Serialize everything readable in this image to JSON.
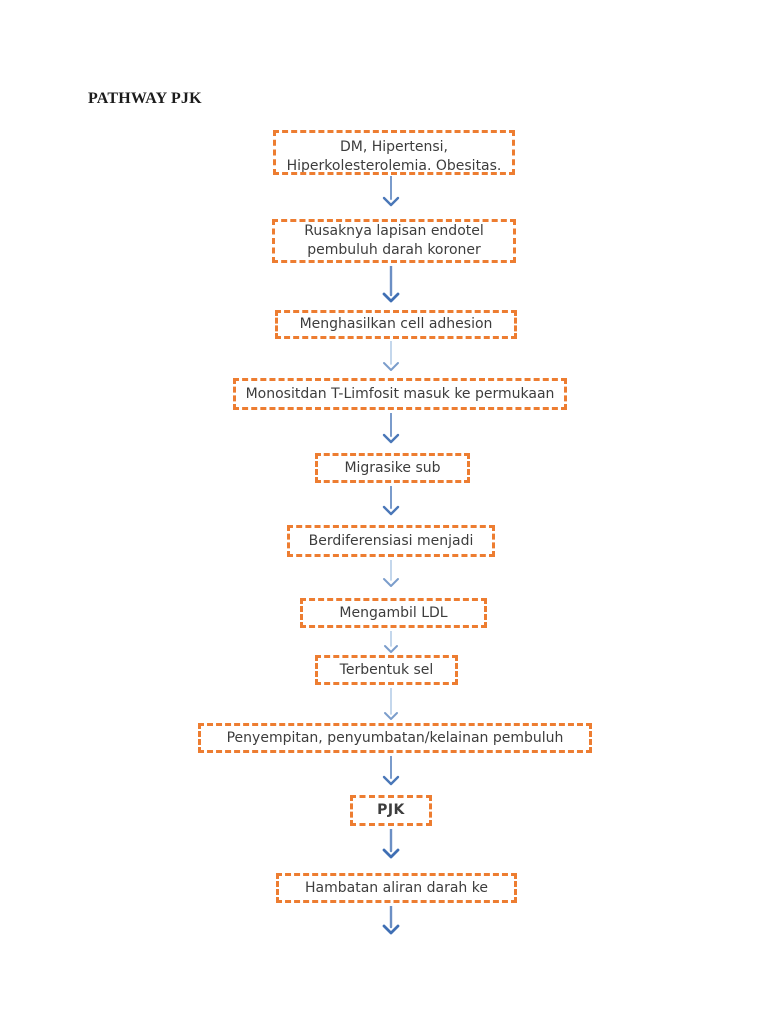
{
  "page": {
    "title": "PATHWAY PJK"
  },
  "flowchart": {
    "colors": {
      "node_border": "#ED7D31",
      "arrow_line": "#7a9bcb",
      "arrow_head": "#4a77b8",
      "text": "#3d3d3d",
      "background": "#ffffff"
    },
    "nodes": [
      {
        "id": "risk-factors",
        "label": "DM, Hipertensi,\nHiperkolesterolemia. Obesitas."
      },
      {
        "id": "endothelial-damage",
        "label": "Rusaknya lapisan endotel\npembuluh darah koroner"
      },
      {
        "id": "cell-adhesion",
        "label": "Menghasilkan cell adhesion"
      },
      {
        "id": "monocyte-tlymphocyte",
        "label": "Monositdan T-Limfosit masuk ke permukaan"
      },
      {
        "id": "migration",
        "label": "Migrasike sub"
      },
      {
        "id": "differentiation",
        "label": "Berdiferensiasi menjadi"
      },
      {
        "id": "ldl-uptake",
        "label": "Mengambil LDL"
      },
      {
        "id": "cell-formation",
        "label": "Terbentuk sel"
      },
      {
        "id": "vessel-narrowing",
        "label": "Penyempitan, penyumbatan/kelainan pembuluh"
      },
      {
        "id": "pjk",
        "label": "PJK"
      },
      {
        "id": "blood-flow-obstruction",
        "label": "Hambatan aliran darah ke"
      }
    ]
  }
}
